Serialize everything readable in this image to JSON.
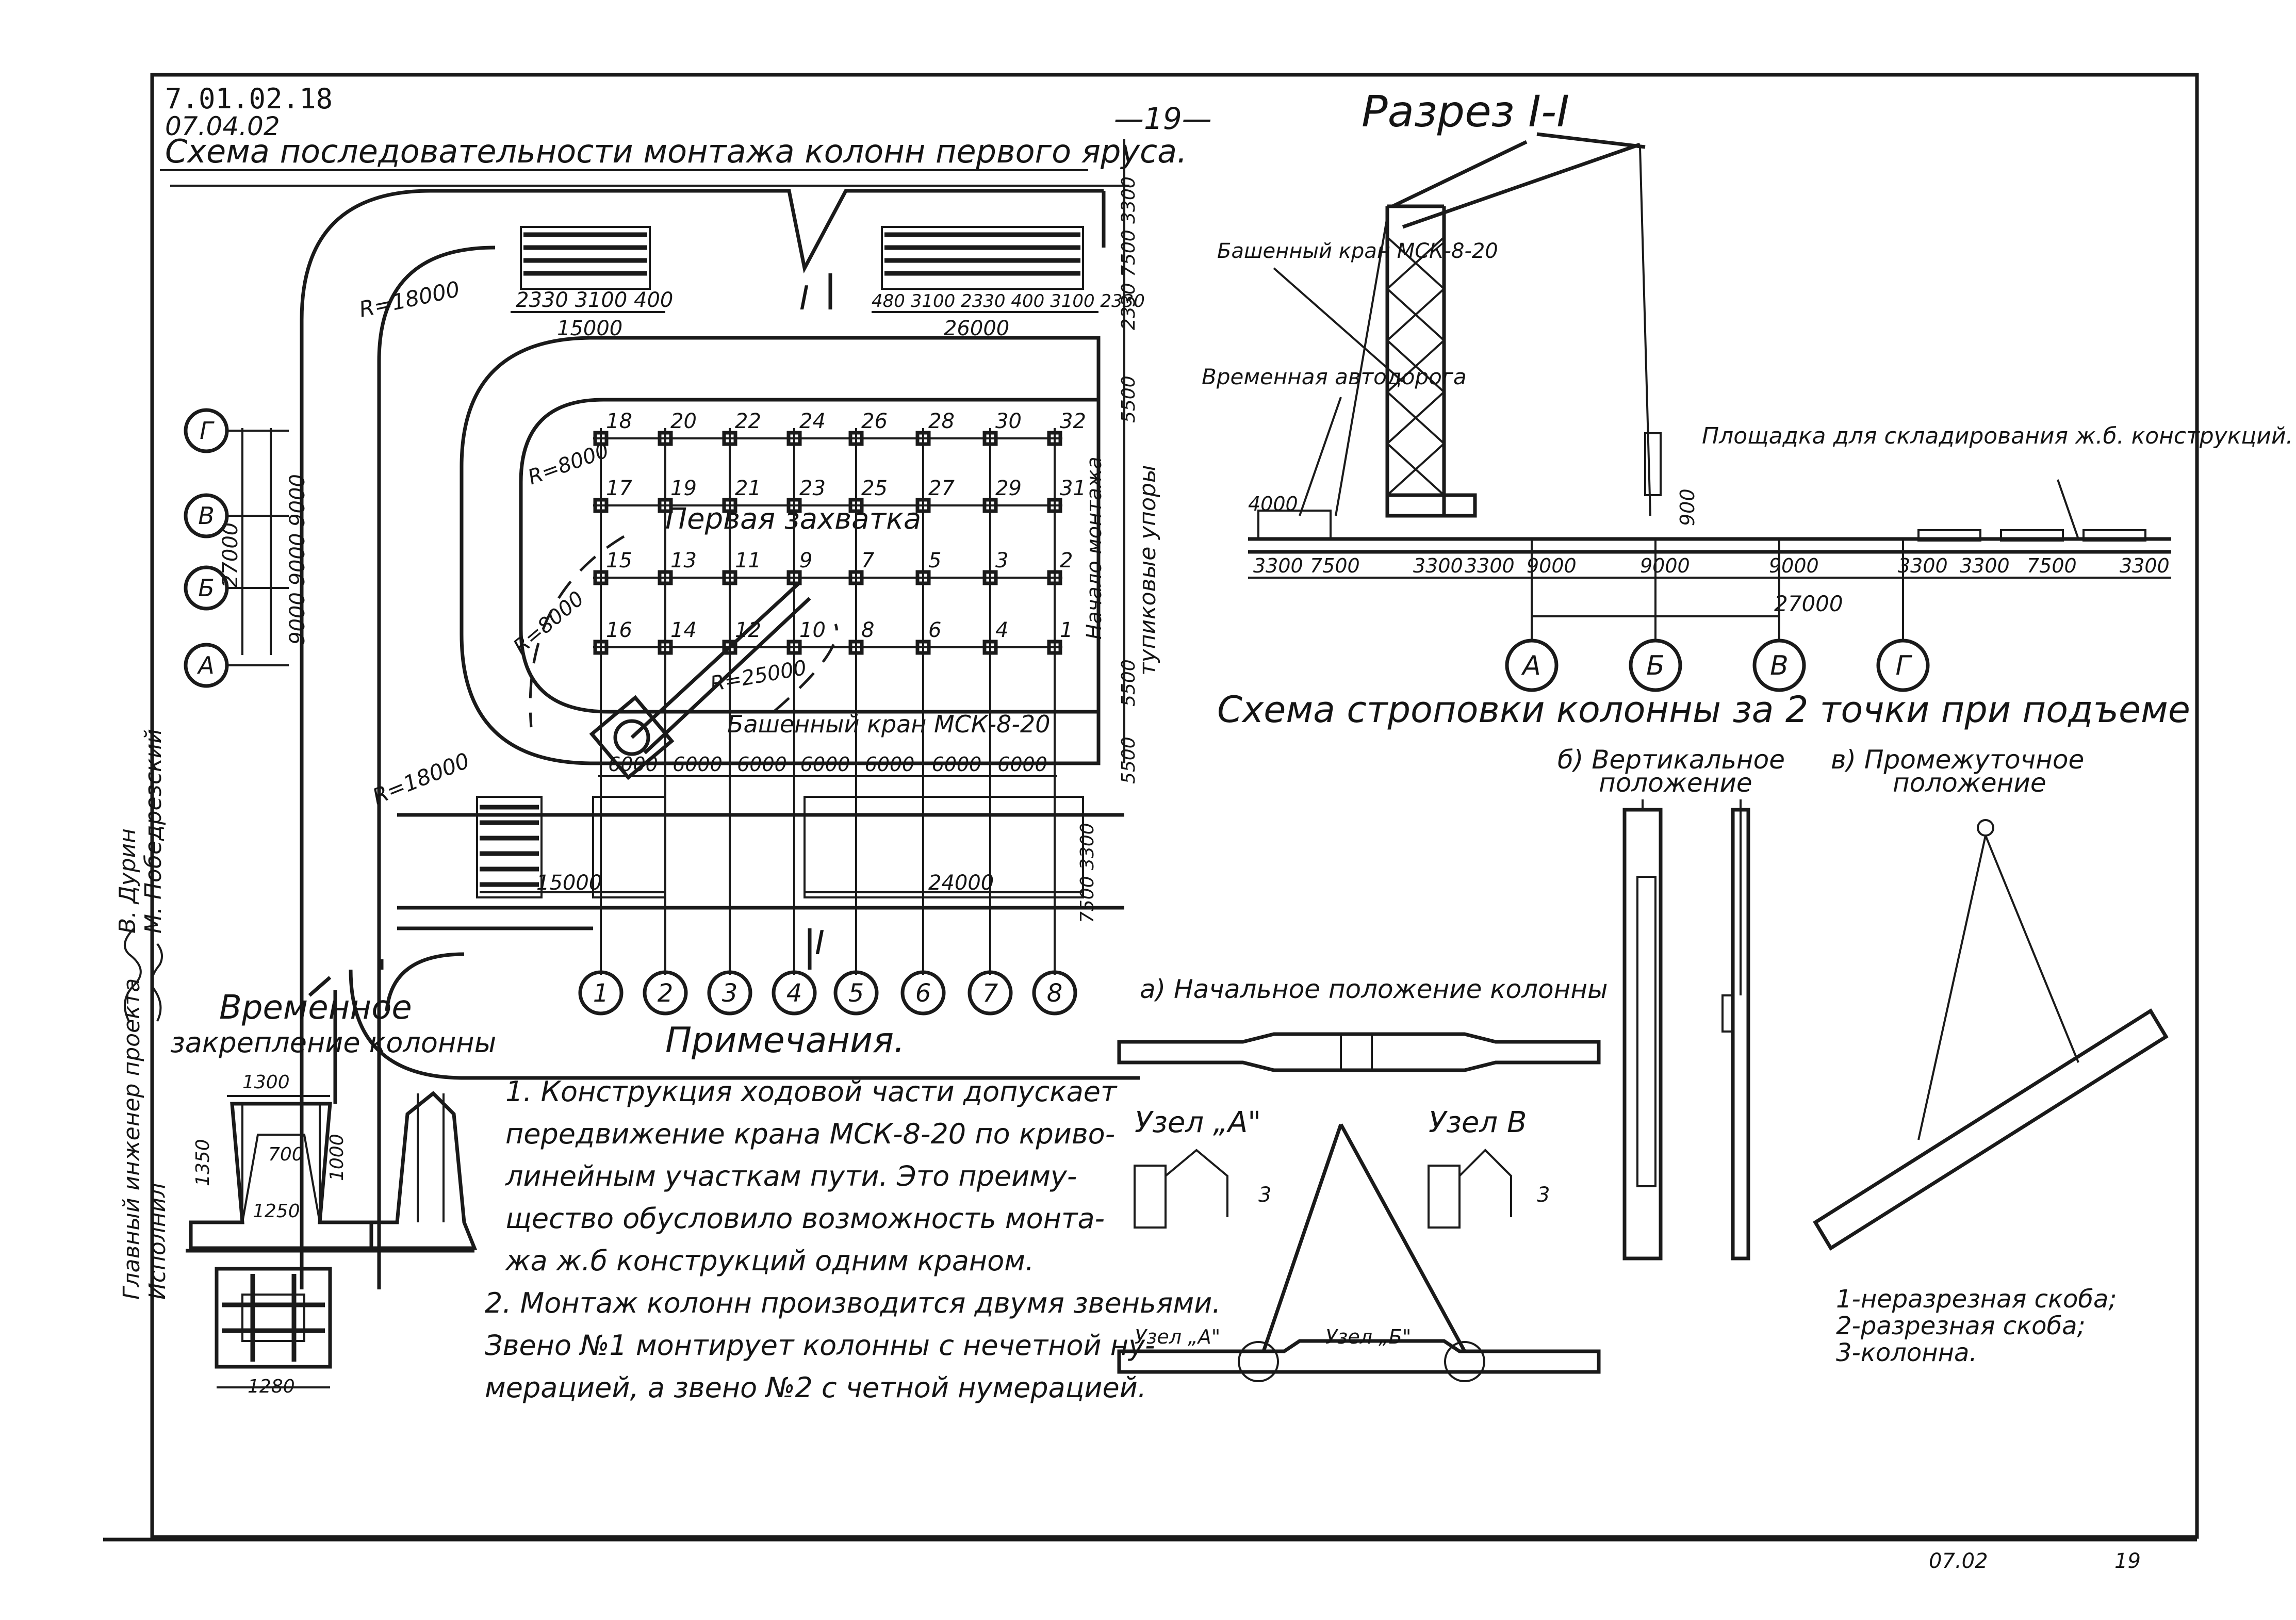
{
  "sheet": {
    "code_top": "7.01.02.18",
    "code_sub": "07.04.02",
    "page_number": "—19—",
    "footer_code": "07.02",
    "footer_page": "19"
  },
  "plan": {
    "title": "Схема последовательности монтажа колонн первого яруса.",
    "section_marker": "I",
    "radius_18000_a": "R=18000",
    "radius_18000_b": "R=18000",
    "radius_8000_a": "R=8000",
    "radius_8000_b": "R=8000",
    "radius_25000": "R=25000",
    "first_grip": "Первая захватка",
    "mounting_start": "Начало монтажа",
    "stop_label": "тупиковые упоры",
    "crane_label": "Башенный кран МСК-8-20",
    "dim_left_parts": "2330 3100 400",
    "dim_left_total": "15000",
    "dim_right_parts": "480 3100 2330 400 3100 2330",
    "dim_right_total": "26000",
    "dim_bottom_left": "15000",
    "dim_bottom_right": "24000",
    "dim_vertical_top": "2330 7500 3300",
    "dim_vertical_5500_a": "5500",
    "dim_vertical_5500_b": "5500",
    "dim_vertical_5500_c": "5500",
    "dim_vertical_bottom": "7500 3300",
    "dim_axes_left": "9000 9000 9000",
    "dim_axes_total": "27000",
    "spacing_row": [
      "6000",
      "6000",
      "6000",
      "6000",
      "6000",
      "6000",
      "6000"
    ],
    "rows": [
      "Г",
      "В",
      "Б",
      "А"
    ],
    "column_axes": [
      "1",
      "2",
      "3",
      "4",
      "5",
      "6",
      "7",
      "8"
    ],
    "top_row_numbers": [
      "18",
      "20",
      "22",
      "24",
      "26",
      "28",
      "30",
      "32"
    ],
    "row_v_numbers": [
      "17",
      "19",
      "21",
      "23",
      "25",
      "27",
      "29",
      "31"
    ],
    "row_b_numbers": [
      "15",
      "13",
      "11",
      "9",
      "7",
      "5",
      "3",
      "2"
    ],
    "row_a_numbers": [
      "16",
      "14",
      "12",
      "10",
      "8",
      "6",
      "4",
      "1"
    ]
  },
  "section": {
    "title": "Разрез I-I",
    "crane_label": "Башенный кран МСК-8-20",
    "road_label": "Временная автодорога",
    "storage_label": "Площадка для складирования ж.б. конструкций.",
    "dim_4000": "4000",
    "dim_900": "900",
    "dims_bottom": [
      "3300",
      "7500",
      "3300",
      "3300",
      "9000",
      "9000",
      "9000",
      "3300",
      "3300",
      "7500",
      "3300"
    ],
    "dim_total": "27000",
    "axes": [
      "А",
      "Б",
      "В",
      "Г"
    ]
  },
  "temp_fix": {
    "title_1": "Временное",
    "title_2": "закрепление колонны",
    "dims": [
      "1300",
      "1350",
      "1000",
      "700",
      "1250",
      "1280"
    ]
  },
  "notes": {
    "title": "Примечания.",
    "lines": [
      "1. Конструкция ходовой части допускает",
      "передвижение крана МСК-8-20 по криво-",
      "линейным участкам пути. Это преиму-",
      "щество обусловило возможность монта-",
      "жа ж.б конструкций одним краном.",
      "2. Монтаж колонн производится двумя звеньями.",
      "Звено №1 монтирует колонны с нечетной ну-",
      "мерацией, а звено №2 с четной нумерацией."
    ]
  },
  "slinging": {
    "title": "Схема строповки колонны за 2 точки при подъеме",
    "initial": "а) Начальное положение колонны",
    "vertical_1": "б) Вертикальное",
    "vertical_2": "положение",
    "intermediate_1": "в) Промежуточное",
    "intermediate_2": "положение",
    "node_a": "Узел „А\"",
    "node_b": "Узел В",
    "node_a_small": "Узел „А\"",
    "node_b_small": "Узел „Б\"",
    "legend": [
      "1-неразрезная скоба;",
      "2-разрезная скоба;",
      "3-колонна."
    ]
  },
  "signatures": {
    "chief_engineer": "Главный инженер проекта",
    "executor": "Исполнил",
    "name_1": "В. Дурин",
    "name_2": "М. Победрезский"
  }
}
